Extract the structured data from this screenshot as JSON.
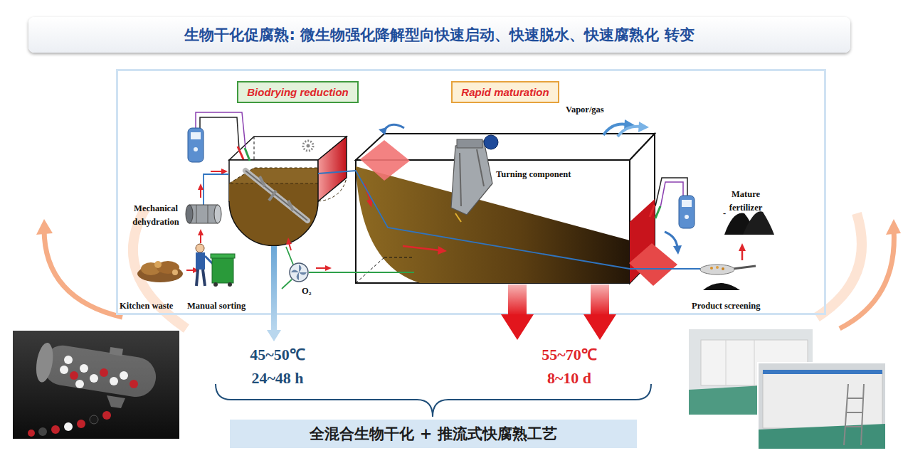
{
  "diagram": {
    "title": "生物干化促腐熟: 微生物强化降解型向快速启动、快速脱水、快速腐熟化 转变",
    "caption": "全混合生物干化 + 推流式快腐熟工艺",
    "nodes": [
      {
        "text": [
          "Biodrying reduction"
        ]
      },
      {
        "text": [
          "Rapid maturation"
        ]
      }
    ],
    "labels": [
      "Kitchen waste",
      "Manual sorting",
      "Mechanical dehydration",
      "O₂",
      "Turning component",
      "Vapor/gas",
      "Mature fertilizer",
      "-",
      "Product screening",
      "45~50℃",
      "24~48 h",
      "55~70℃",
      "8~10 d"
    ]
  }
}
